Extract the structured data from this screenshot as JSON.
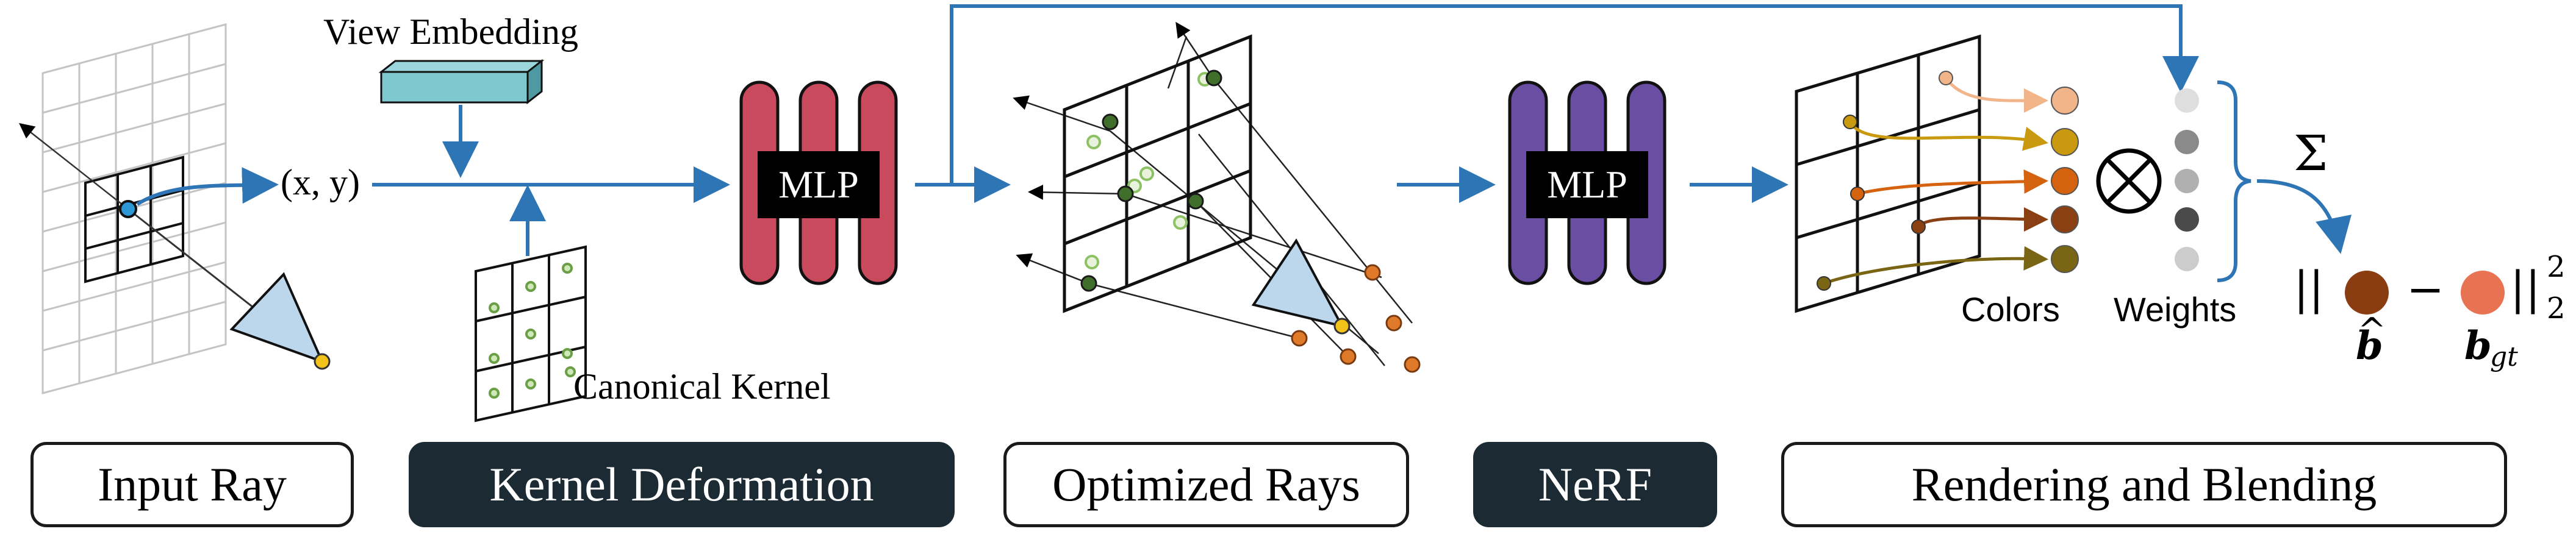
{
  "labels": {
    "view_embedding": "View Embedding",
    "xy": "(x, y)",
    "canonical_kernel": "Canonical Kernel",
    "mlp": "MLP",
    "colors": "Colors",
    "weights": "Weights",
    "sum": "Σ",
    "norm_open": "||",
    "minus": "−",
    "norm_close": "||",
    "sup": "2",
    "sub": "2",
    "b_hat": "b",
    "hat": "^",
    "b_gt": "b",
    "gt": "gt"
  },
  "stages": [
    {
      "label": "Input Ray",
      "style": "light"
    },
    {
      "label": "Kernel Deformation",
      "style": "dark"
    },
    {
      "label": "Optimized Rays",
      "style": "light"
    },
    {
      "label": "NeRF",
      "style": "dark"
    },
    {
      "label": "Rendering and Blending",
      "style": "light"
    }
  ],
  "colors": {
    "arrow": "#2e75b6",
    "mlp1": "#c94a5c",
    "mlp2": "#6a4ea3",
    "embedding": "#7ec8cf",
    "camera": "#bcd6ec",
    "kernel_point": "#8cc264",
    "opt_point": "#3f6f2a",
    "orange_point": "#e07a2b",
    "pred_pixel": "#8b3d12",
    "gt_pixel": "#e87352",
    "ray_colors": [
      "#f2b58a",
      "#c99a10",
      "#d5620f",
      "#8a4012",
      "#7a6514"
    ],
    "weights": [
      "#dedede",
      "#8a8a8a",
      "#b0b0b0",
      "#4a4a4a",
      "#cccccc"
    ]
  }
}
